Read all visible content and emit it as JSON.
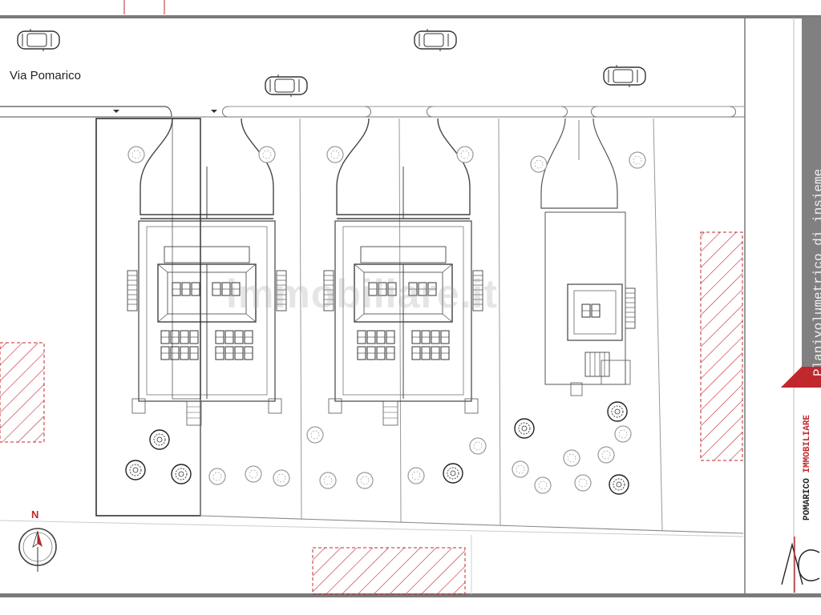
{
  "street": {
    "name": "Via Pomarico"
  },
  "compass": {
    "north_label": "N"
  },
  "watermark": {
    "text": "immobiliare.it"
  },
  "title_block": {
    "title": "Planivolumetrico di insieme",
    "brand_name": "POMARICO",
    "brand_suffix": "IMMOBILIARE",
    "logo_letters": "AC"
  },
  "colors": {
    "line": "#3a3a3a",
    "light_line": "#9a9a9a",
    "hatch_red": "#c0282d",
    "sidebar_gray": "#808080",
    "frame_gray": "#7a7a7a"
  },
  "icons": [
    "car-icon",
    "tree-icon",
    "compass-icon",
    "red-triangle-icon",
    "logo-icon"
  ]
}
